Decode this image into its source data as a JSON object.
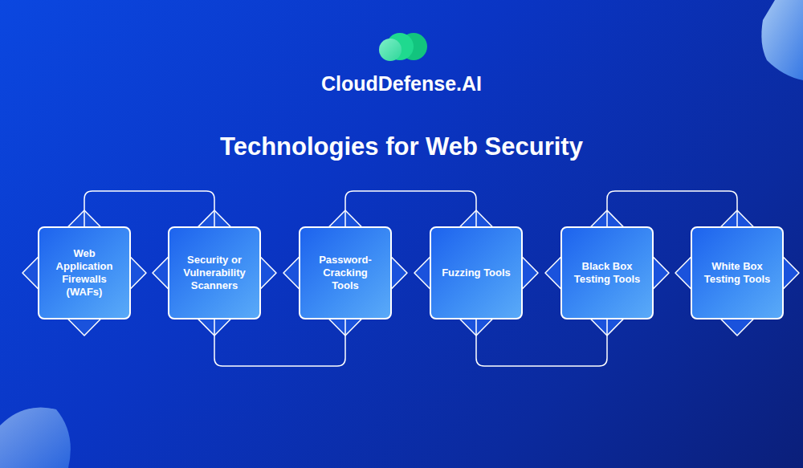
{
  "diagram": {
    "title": "Technologies for Web Security",
    "nodes": [
      {
        "text": [
          "Web Application Firewalls (WAFs)"
        ]
      },
      {
        "text": [
          "Security or Vulnerability Scanners"
        ]
      },
      {
        "text": [
          "Password- Cracking Tools"
        ]
      },
      {
        "text": [
          "Fuzzing Tools"
        ]
      },
      {
        "text": [
          "Black Box Testing Tools"
        ]
      },
      {
        "text": [
          "White Box Testing Tools"
        ]
      }
    ],
    "edges": [
      {
        "from": 0,
        "to": 1,
        "arrow": "none"
      },
      {
        "from": 1,
        "to": 2,
        "arrow": "none"
      },
      {
        "from": 2,
        "to": 3,
        "arrow": "none"
      },
      {
        "from": 3,
        "to": 4,
        "arrow": "none"
      },
      {
        "from": 4,
        "to": 5,
        "arrow": "none"
      }
    ],
    "labels": [
      "CloudDefense.AI"
    ]
  }
}
